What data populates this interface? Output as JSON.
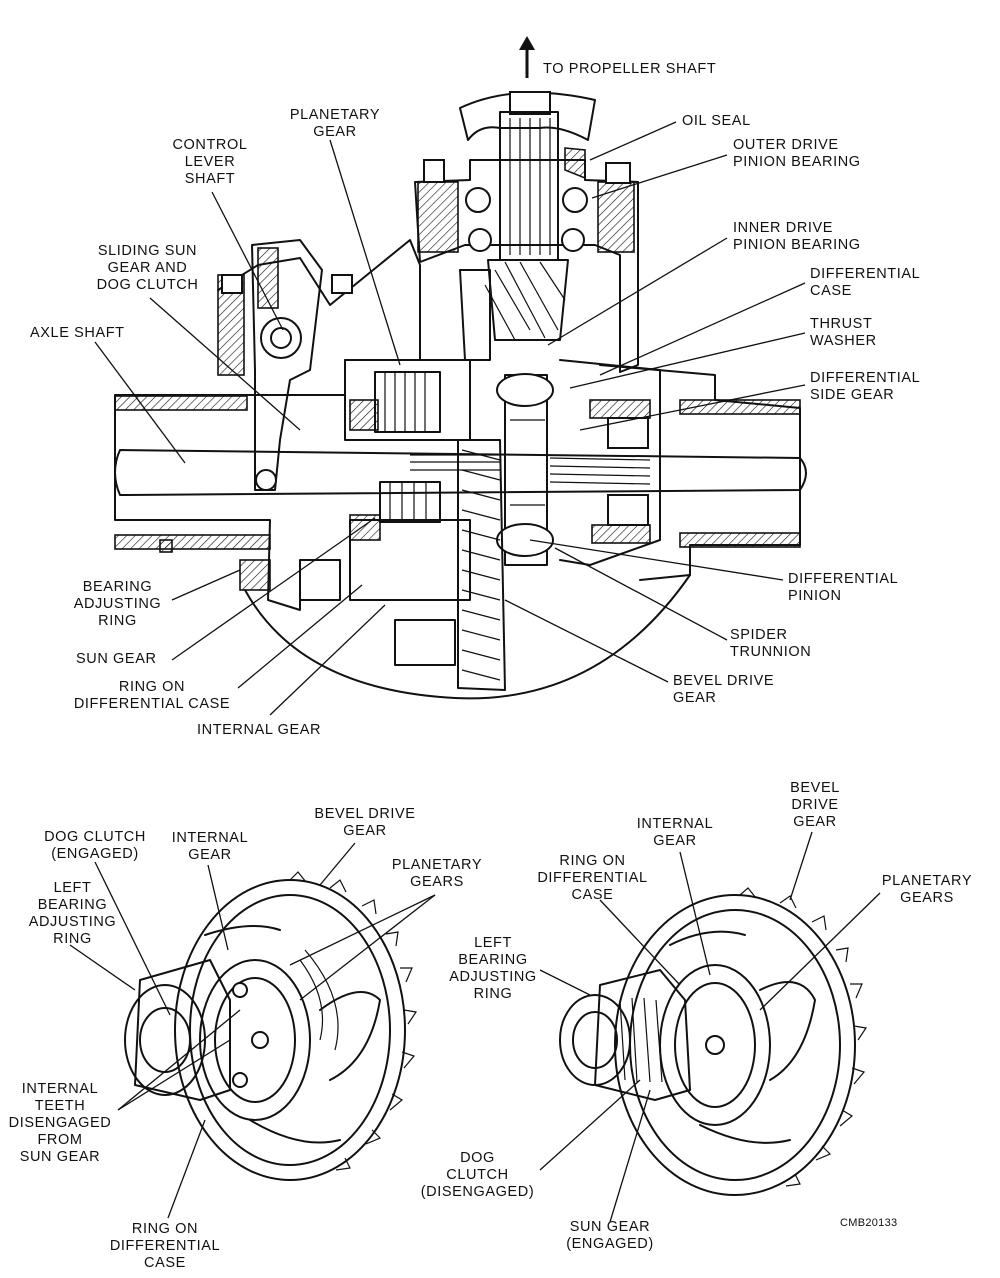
{
  "arrow_label": "TO PROPELLER SHAFT",
  "top_labels": {
    "planetary_gear": "PLANETARY\nGEAR",
    "control_lever_shaft": "CONTROL\nLEVER\nSHAFT",
    "sliding_sun_gear": "SLIDING SUN\nGEAR AND\nDOG CLUTCH",
    "axle_shaft": "AXLE SHAFT",
    "oil_seal": "OIL SEAL",
    "outer_drive_pinion_bearing": "OUTER DRIVE\nPINION BEARING",
    "inner_drive_pinion_bearing": "INNER DRIVE\nPINION BEARING",
    "differential_case": "DIFFERENTIAL\nCASE",
    "thrust_washer": "THRUST\nWASHER",
    "differential_side_gear": "DIFFERENTIAL\nSIDE GEAR",
    "bearing_adjusting_ring": "BEARING\nADJUSTING\nRING",
    "sun_gear": "SUN GEAR",
    "ring_on_differential_case": "RING ON\nDIFFERENTIAL CASE",
    "internal_gear": "INTERNAL GEAR",
    "differential_pinion": "DIFFERENTIAL\nPINION",
    "spider_trunnion": "SPIDER\nTRUNNION",
    "bevel_drive_gear": "BEVEL DRIVE\nGEAR"
  },
  "left_view_labels": {
    "dog_clutch_engaged": "DOG CLUTCH\n(ENGAGED)",
    "internal_gear": "INTERNAL\nGEAR",
    "bevel_drive_gear": "BEVEL DRIVE\nGEAR",
    "planetary_gears": "PLANETARY\nGEARS",
    "left_bearing_adjusting_ring": "LEFT\nBEARING\nADJUSTING\nRING",
    "internal_teeth_disengaged": "INTERNAL\nTEETH\nDISENGAGED\nFROM\nSUN GEAR",
    "ring_on_differential_case": "RING ON\nDIFFERENTIAL\nCASE"
  },
  "right_view_labels": {
    "bevel_drive_gear": "BEVEL\nDRIVE\nGEAR",
    "internal_gear": "INTERNAL\nGEAR",
    "ring_on_differential_case": "RING ON\nDIFFERENTIAL\nCASE",
    "planetary_gears": "PLANETARY\nGEARS",
    "left_bearing_adjusting_ring": "LEFT\nBEARING\nADJUSTING\nRING",
    "dog_clutch_disengaged": "DOG\nCLUTCH\n(DISENGAGED)",
    "sun_gear_engaged": "SUN GEAR\n(ENGAGED)"
  },
  "figure_code": "CMB20133"
}
